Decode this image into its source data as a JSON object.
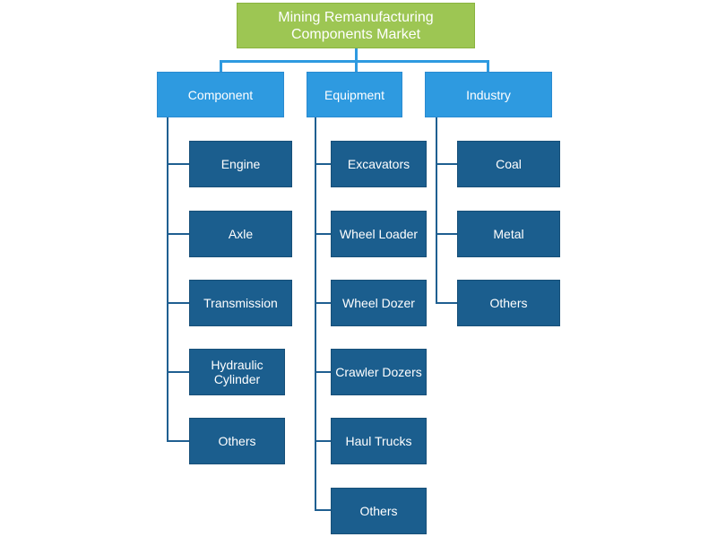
{
  "root": {
    "label": "Mining Remanufacturing Components Market"
  },
  "categories": [
    {
      "label": "Component",
      "items": [
        "Engine",
        "Axle",
        "Transmission",
        "Hydraulic Cylinder",
        "Others"
      ]
    },
    {
      "label": "Equipment",
      "items": [
        "Excavators",
        "Wheel Loader",
        "Wheel Dozer",
        "Crawler Dozers",
        "Haul Trucks",
        "Others"
      ]
    },
    {
      "label": "Industry",
      "items": [
        "Coal",
        "Metal",
        "Others"
      ]
    }
  ],
  "colors": {
    "root": "#9dc653",
    "category": "#2e9ae0",
    "leaf": "#1b5e8e",
    "connector": "#1f5f91"
  }
}
